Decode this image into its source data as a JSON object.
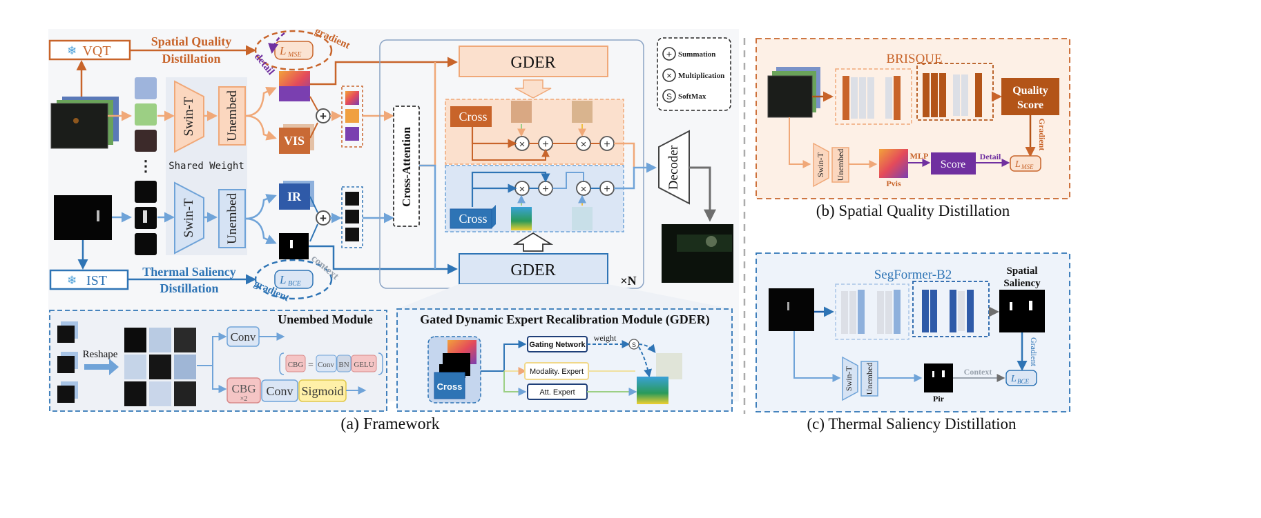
{
  "colors": {
    "orange": "#c8642a",
    "orange_dark": "#b35418",
    "orange_light": "#f6b98e",
    "blue": "#2e74b5",
    "blue_dark": "#1f5fa8",
    "blue_light": "#a8c4e6",
    "purple": "#7030a0",
    "gray": "#6e6e6e"
  },
  "framework": {
    "vqt": "VQT",
    "spatial_quality_distillation_line1": "Spatial Quality",
    "spatial_quality_distillation_line2": "Distillation",
    "gradient_label": "gradient",
    "detail_label": "detail",
    "loss_mse": "L",
    "loss_mse_sub": "MSE",
    "swin_t": "Swin-T",
    "unembed": "Unembed",
    "shared_weight": "Shared Weight",
    "vis": "VIS",
    "ir": "IR",
    "cross_attention": "Cross-Attention",
    "gder": "GDER",
    "cross": "Cross",
    "times_n": "×N",
    "decoder": "Decoder",
    "ist": "IST",
    "thermal_saliency_distillation_line1": "Thermal Saliency",
    "thermal_saliency_distillation_line2": "Distillation",
    "context_label": "context",
    "gradient_label2": "gradient",
    "loss_bce": "L",
    "loss_bce_sub": "BCE",
    "ellipsis": "⋮",
    "caption": "(a) Framework"
  },
  "legend": {
    "summation": "Summation",
    "multiplication": "Multiplication",
    "softmax": "SoftMax",
    "softmax_symbol": "S"
  },
  "unembed_module": {
    "title": "Unembed Module",
    "reshape": "Reshape",
    "conv": "Conv",
    "cbg": "CBG",
    "equals": "=",
    "bn": "BN",
    "gelu": "GELU",
    "cbg_x2": "×2",
    "sigmoid": "Sigmoid"
  },
  "gder_module": {
    "title": "Gated Dynamic Expert Recalibration Module (GDER)",
    "cross": "Cross",
    "gating_network": "Gating Network",
    "weight": "weight",
    "modality_expert": "Modality. Expert",
    "att_expert": "Att. Expert"
  },
  "panel_b": {
    "brisque": "BRISQUE",
    "quality_score_line1": "Quality",
    "quality_score_line2": "Score",
    "gradient": "Gradient",
    "swin_t": "Swin-T",
    "unembed": "Unembed",
    "pvis": "Pvis",
    "mlp": "MLP",
    "score": "Score",
    "detail": "Detail",
    "loss": "L",
    "loss_sub": "MSE",
    "caption": "(b) Spatial Quality Distillation"
  },
  "panel_c": {
    "segformer": "SegFormer-B2",
    "spatial_saliency_line1": "Spatial",
    "spatial_saliency_line2": "Saliency",
    "gradient": "Gradient",
    "swin_t": "Swin-T",
    "unembed": "Unembed",
    "pir": "Pir",
    "context": "Context",
    "loss": "L",
    "loss_sub": "BCE",
    "caption": "(c) Thermal Saliency Distillation"
  }
}
